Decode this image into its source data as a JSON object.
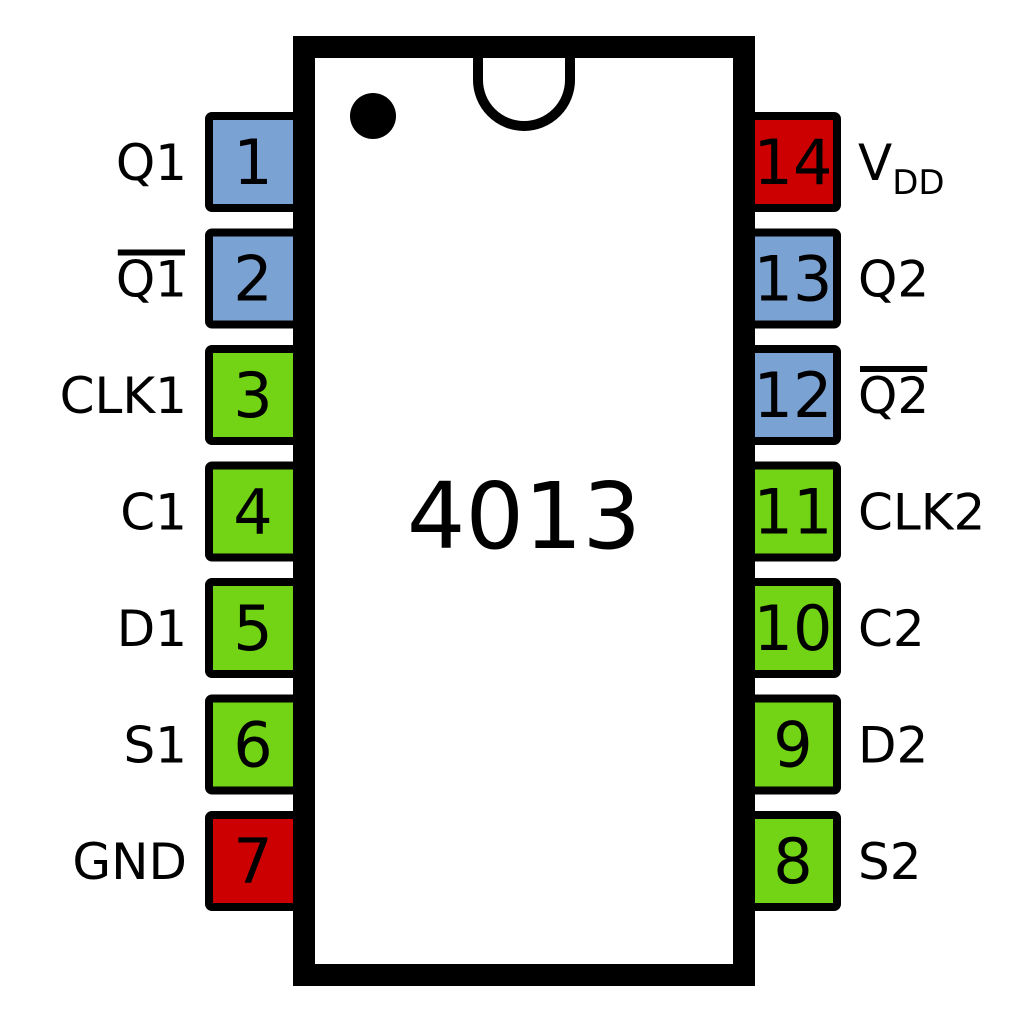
{
  "chip": {
    "name": "4013"
  },
  "colors": {
    "output": "#7aa3d4",
    "input": "#72d414",
    "power": "#cc0000",
    "body_fill": "#ffffff",
    "outline": "#000000"
  },
  "pins": {
    "left": [
      {
        "number": "1",
        "label": "Q1",
        "type": "output",
        "overbar": false
      },
      {
        "number": "2",
        "label": "Q1",
        "type": "output",
        "overbar": true
      },
      {
        "number": "3",
        "label": "CLK1",
        "type": "input",
        "overbar": false
      },
      {
        "number": "4",
        "label": "C1",
        "type": "input",
        "overbar": false
      },
      {
        "number": "5",
        "label": "D1",
        "type": "input",
        "overbar": false
      },
      {
        "number": "6",
        "label": "S1",
        "type": "input",
        "overbar": false
      },
      {
        "number": "7",
        "label": "GND",
        "type": "power",
        "overbar": false
      }
    ],
    "right": [
      {
        "number": "14",
        "label": "V",
        "subscript": "DD",
        "type": "power",
        "overbar": false
      },
      {
        "number": "13",
        "label": "Q2",
        "type": "output",
        "overbar": false
      },
      {
        "number": "12",
        "label": "Q2",
        "type": "output",
        "overbar": true
      },
      {
        "number": "11",
        "label": "CLK2",
        "type": "input",
        "overbar": false
      },
      {
        "number": "10",
        "label": "C2",
        "type": "input",
        "overbar": false
      },
      {
        "number": "9",
        "label": "D2",
        "type": "input",
        "overbar": false
      },
      {
        "number": "8",
        "label": "S2",
        "type": "input",
        "overbar": false
      }
    ]
  }
}
